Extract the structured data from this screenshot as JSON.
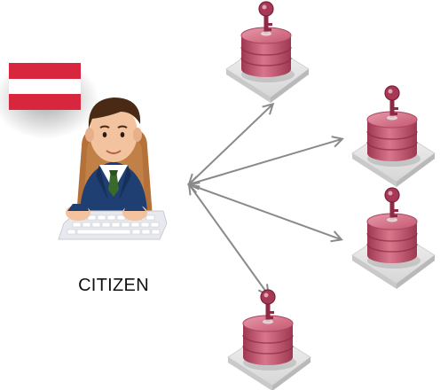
{
  "citizen": {
    "label": "CITIZEN",
    "flag_colors": [
      "#d7263d",
      "#ffffff",
      "#d7263d"
    ]
  },
  "databases": [
    {
      "name": "database-1",
      "icon": "key-database-icon"
    },
    {
      "name": "database-2",
      "icon": "key-database-icon"
    },
    {
      "name": "database-3",
      "icon": "key-database-icon"
    },
    {
      "name": "database-4",
      "icon": "key-database-icon"
    }
  ],
  "colors": {
    "arrow": "#8a8a8a",
    "database_body": "#c4566f",
    "database_dark": "#9e3852",
    "platform": "#e9e9e9",
    "key": "#8e2a44",
    "suit": "#1f3f73",
    "chair": "#b5713a"
  }
}
